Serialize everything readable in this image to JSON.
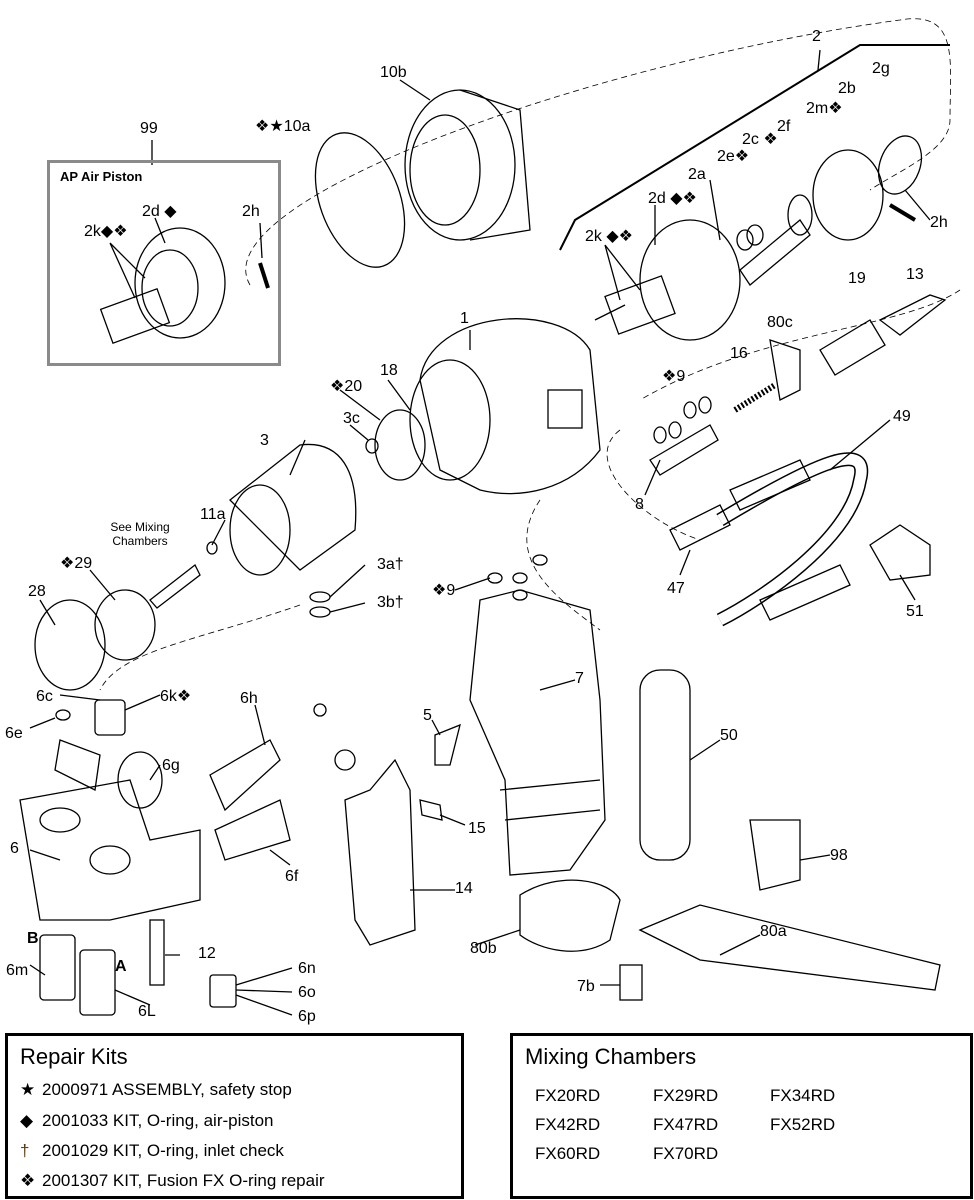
{
  "callouts": [
    "2",
    "10b",
    "99",
    "❖★10a",
    "2g",
    "2b",
    "2m❖",
    "2f",
    "2c ❖",
    "2e❖",
    "2a",
    "2d ◆❖",
    "2k ◆❖",
    "2h",
    "13",
    "19",
    "80c",
    "16",
    "1",
    "❖20",
    "18",
    "❖9",
    "49",
    "3c",
    "3",
    "8",
    "11a",
    "❖29",
    "3a†",
    "3b†",
    "❖9",
    "47",
    "51",
    "28",
    "6c",
    "6k❖",
    "6e",
    "6h",
    "7",
    "5",
    "50",
    "6g",
    "15",
    "6",
    "6f",
    "98",
    "14",
    "B",
    "12",
    "80b",
    "80a",
    "6m",
    "A",
    "6n",
    "6o",
    "6p",
    "6L",
    "7b"
  ],
  "air_piston": {
    "title": "AP Air Piston",
    "labels": [
      "2d ◆",
      "2h",
      "2k◆❖"
    ]
  },
  "see_mixing": "See Mixing Chambers",
  "repair_kits": {
    "title": "Repair Kits",
    "items": [
      {
        "symbol": "★",
        "text": "2000971 ASSEMBLY, safety stop"
      },
      {
        "symbol": "◆",
        "text": "2001033 KIT, O-ring, air-piston"
      },
      {
        "symbol": "†",
        "text": "2001029 KIT, O-ring, inlet check"
      },
      {
        "symbol": "❖",
        "text": "2001307 KIT, Fusion FX O-ring repair"
      }
    ]
  },
  "mixing_chambers": {
    "title": "Mixing Chambers",
    "items": [
      "FX20RD",
      "FX29RD",
      "FX34RD",
      "FX42RD",
      "FX47RD",
      "FX52RD",
      "FX60RD",
      "FX70RD"
    ]
  }
}
